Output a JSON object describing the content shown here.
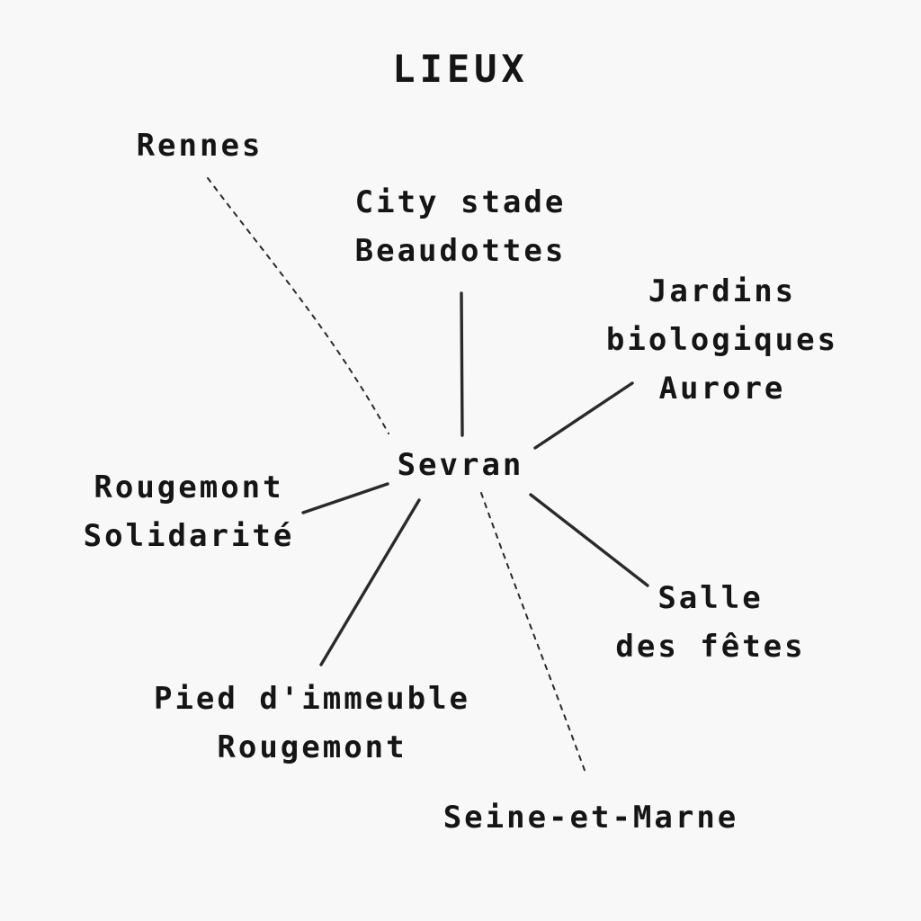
{
  "title": "LIEUX",
  "center": "Sevran",
  "nodes": {
    "rennes": [
      "Rennes"
    ],
    "city_stade": [
      "City stade",
      "Beaudottes"
    ],
    "jardins": [
      "Jardins",
      "biologiques",
      "Aurore"
    ],
    "rougemont_solidarite": [
      "Rougemont",
      "Solidarité"
    ],
    "salle": [
      "Salle",
      "des fêtes"
    ],
    "pied_immeuble": [
      "Pied d'immeuble",
      "Rougemont"
    ],
    "seine_et_marne": [
      "Seine-et-Marne"
    ]
  },
  "links": {
    "rennes": "dashed",
    "city_stade": "solid",
    "jardins": "solid",
    "rougemont_solidarite": "solid",
    "salle": "solid",
    "pied_immeuble": "solid",
    "seine_et_marne": "dashed"
  }
}
